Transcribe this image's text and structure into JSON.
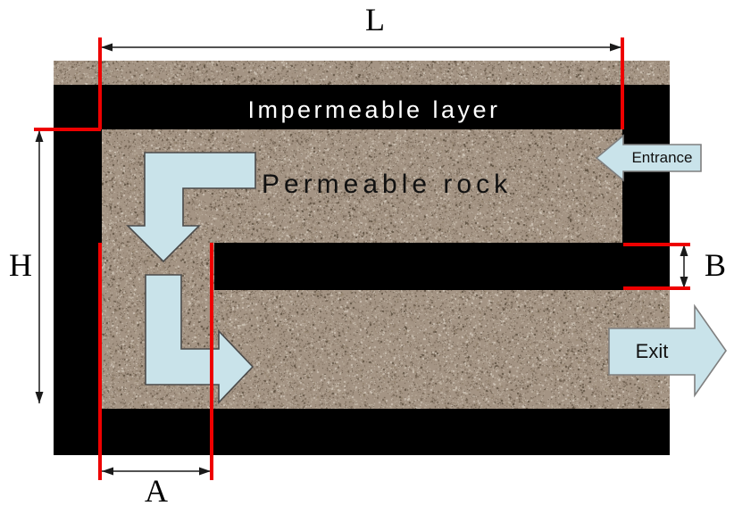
{
  "diagram": {
    "impermeable_label": "Impermeable layer",
    "permeable_label": "Permeable rock",
    "entrance_label": "Entrance",
    "exit_label": "Exit",
    "dimensions": {
      "length": "L",
      "height": "H",
      "inlet_width": "A",
      "gap_thickness": "B"
    },
    "colors": {
      "marker_red": "#ee0000",
      "flow_arrow_fill": "#c9e3ea",
      "rock_base": "#a49484",
      "impermeable_black": "#000000",
      "background": "#ffffff"
    }
  }
}
